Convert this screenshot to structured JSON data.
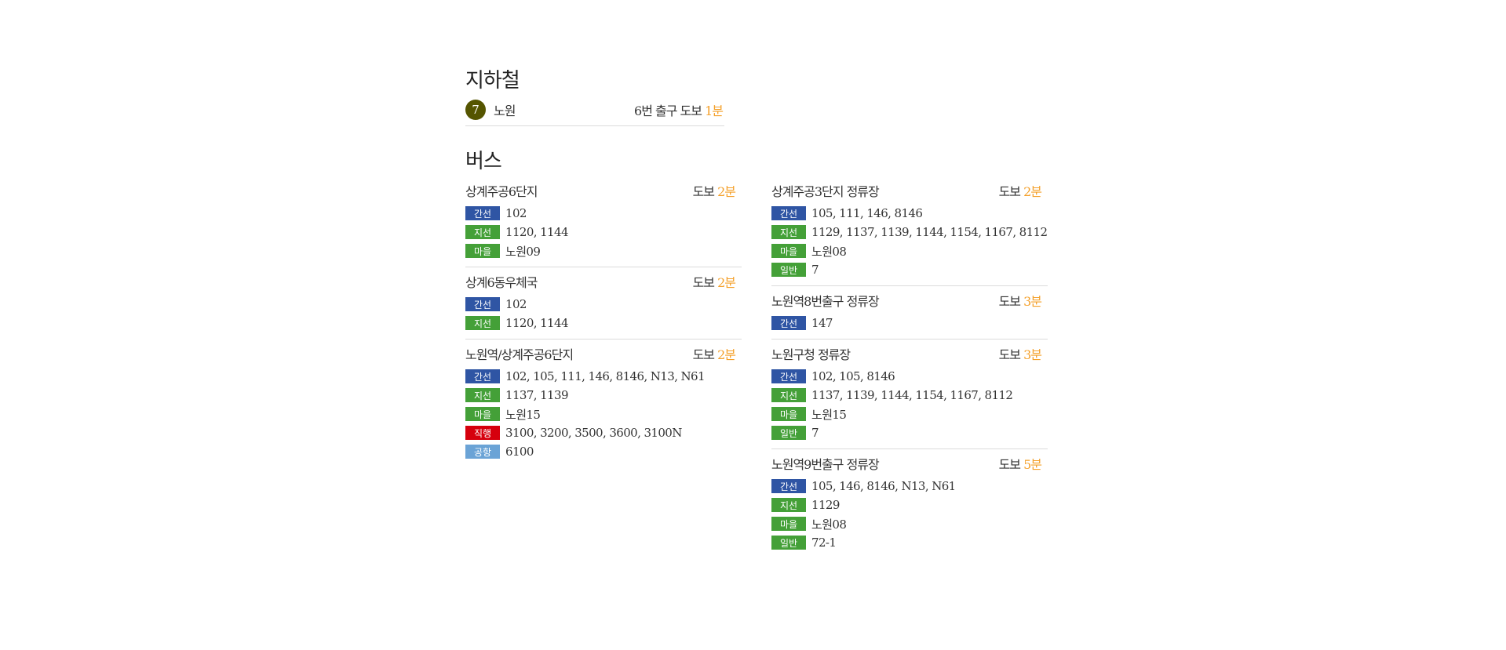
{
  "colors": {
    "orange": "#f4a02a",
    "line7": "#555500",
    "간선": "#2f55a4",
    "지선": "#44a038",
    "마을": "#44a038",
    "일반": "#44a038",
    "직행": "#d6000d",
    "공항": "#6ba3d6"
  },
  "subway": {
    "title": "지하철",
    "line_number": "7",
    "station": "노원",
    "exit_text": "6번 출구 도보",
    "walk_time": "1분"
  },
  "bus": {
    "title": "버스",
    "walk_label": "도보",
    "columns": [
      [
        {
          "name": "상계주공6단지",
          "time": "2분",
          "routes": [
            {
              "type": "간선",
              "numbers": "102"
            },
            {
              "type": "지선",
              "numbers": "1120, 1144"
            },
            {
              "type": "마을",
              "numbers": "노원09"
            }
          ]
        },
        {
          "name": "상계6동우체국",
          "time": "2분",
          "routes": [
            {
              "type": "간선",
              "numbers": "102"
            },
            {
              "type": "지선",
              "numbers": "1120, 1144"
            }
          ]
        },
        {
          "name": "노원역/상계주공6단지",
          "time": "2분",
          "routes": [
            {
              "type": "간선",
              "numbers": "102, 105, 111, 146, 8146, N13, N61"
            },
            {
              "type": "지선",
              "numbers": "1137, 1139"
            },
            {
              "type": "마을",
              "numbers": "노원15"
            },
            {
              "type": "직행",
              "numbers": "3100, 3200, 3500, 3600, 3100N"
            },
            {
              "type": "공항",
              "numbers": "6100"
            }
          ]
        }
      ],
      [
        {
          "name": "상계주공3단지 정류장",
          "time": "2분",
          "routes": [
            {
              "type": "간선",
              "numbers": "105, 111, 146, 8146"
            },
            {
              "type": "지선",
              "numbers": "1129, 1137, 1139, 1144, 1154, 1167, 8112"
            },
            {
              "type": "마을",
              "numbers": "노원08"
            },
            {
              "type": "일반",
              "numbers": "7"
            }
          ]
        },
        {
          "name": "노원역8번출구 정류장",
          "time": "3분",
          "routes": [
            {
              "type": "간선",
              "numbers": "147"
            }
          ]
        },
        {
          "name": "노원구청 정류장",
          "time": "3분",
          "routes": [
            {
              "type": "간선",
              "numbers": "102, 105, 8146"
            },
            {
              "type": "지선",
              "numbers": "1137, 1139, 1144, 1154, 1167, 8112"
            },
            {
              "type": "마을",
              "numbers": "노원15"
            },
            {
              "type": "일반",
              "numbers": "7"
            }
          ]
        },
        {
          "name": "노원역9번출구 정류장",
          "time": "5분",
          "routes": [
            {
              "type": "간선",
              "numbers": "105, 146, 8146, N13, N61"
            },
            {
              "type": "지선",
              "numbers": "1129"
            },
            {
              "type": "마을",
              "numbers": "노원08"
            },
            {
              "type": "일반",
              "numbers": "72-1"
            }
          ]
        }
      ]
    ]
  }
}
